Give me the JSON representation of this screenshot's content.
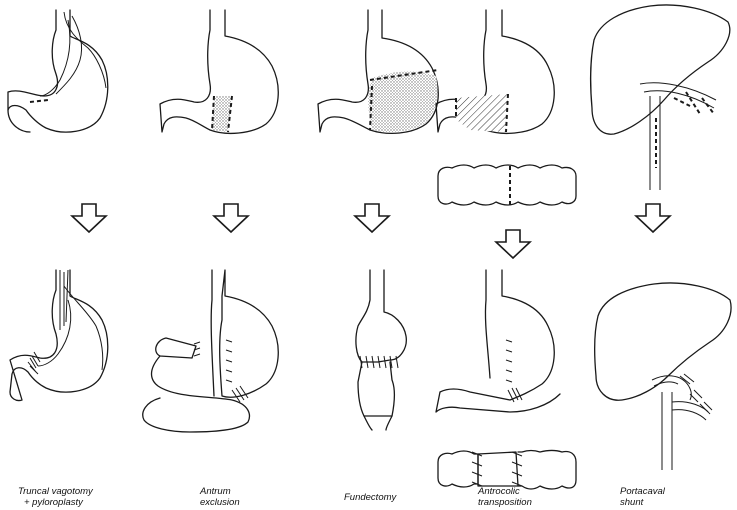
{
  "captions": [
    {
      "line1": "Truncal vagotomy",
      "line2": "+ pyloroplasty"
    },
    {
      "line1": "Antrum",
      "line2": "exclusion"
    },
    {
      "line1": "Fundectomy",
      "line2": ""
    },
    {
      "line1": "Antrocolic",
      "line2": "transposition"
    },
    {
      "line1": "Portacaval",
      "line2": "shunt"
    }
  ]
}
